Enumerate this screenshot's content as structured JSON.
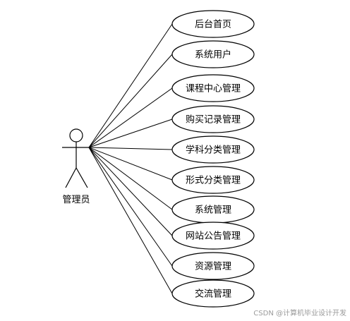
{
  "actor": {
    "name": "管理员"
  },
  "use_cases": [
    {
      "label": "后台首页"
    },
    {
      "label": "系统用户"
    },
    {
      "label": "课程中心管理"
    },
    {
      "label": "购买记录管理"
    },
    {
      "label": "学科分类管理"
    },
    {
      "label": "形式分类管理"
    },
    {
      "label": "系统管理"
    },
    {
      "label": "网站公告管理"
    },
    {
      "label": "资源管理"
    },
    {
      "label": "交流管理"
    }
  ],
  "watermark": "CSDN @计算机毕业设计开发"
}
